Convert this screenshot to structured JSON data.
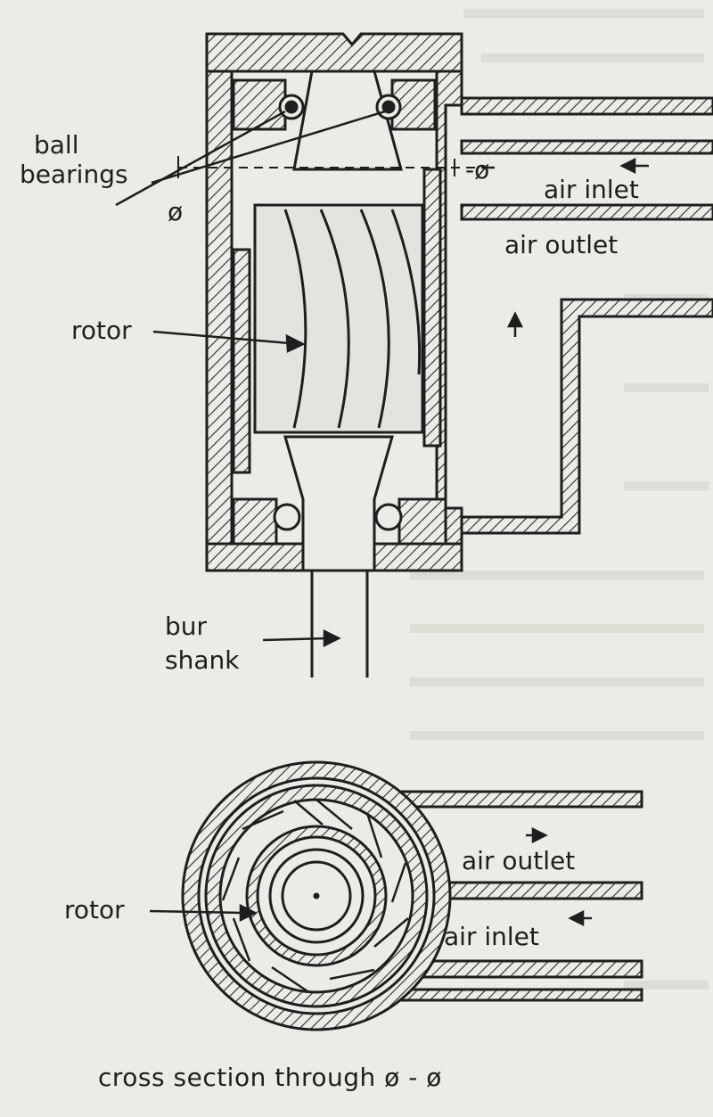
{
  "colors": {
    "paper": "#ecece6",
    "ink": "#1e1e1e",
    "ghost_text": "#c8c8c0"
  },
  "labels": {
    "ball_bearings_1": "ball",
    "ball_bearings_2": "bearings",
    "section_mark_left": "ø",
    "section_mark_right": "-ø",
    "air_inlet_top": "air inlet",
    "air_outlet_top": "air outlet",
    "rotor_top": "rotor",
    "bur_shank_1": "bur",
    "bur_shank_2": "shank",
    "air_outlet_bottom": "air outlet",
    "air_inlet_bottom": "air inlet",
    "rotor_bottom": "rotor",
    "caption": "cross section through ø - ø"
  }
}
